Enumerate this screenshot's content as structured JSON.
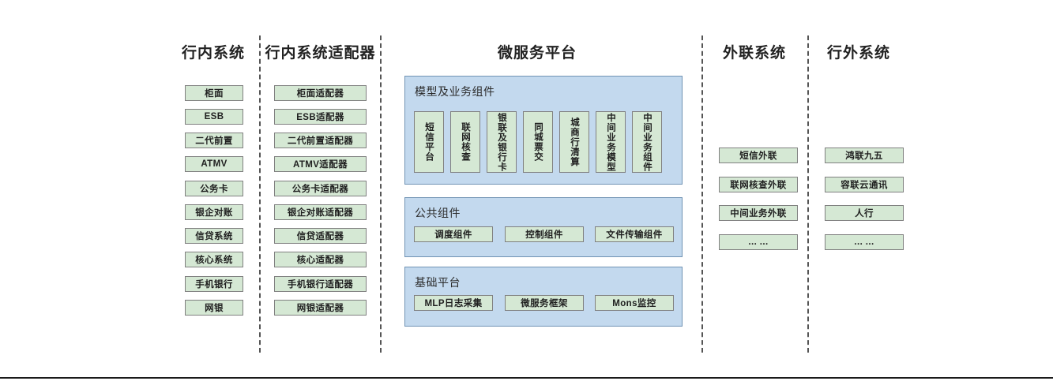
{
  "diagram": {
    "title_bar": null,
    "columns": [
      {
        "id": "in-bank-systems",
        "header": "行内系统",
        "items": [
          "柜面",
          "ESB",
          "二代前置",
          "ATMV",
          "公务卡",
          "银企对账",
          "信贷系统",
          "核心系统",
          "手机银行",
          "网银"
        ]
      },
      {
        "id": "in-bank-adapters",
        "header": "行内系统适配器",
        "items": [
          "柜面适配器",
          "ESB适配器",
          "二代前置适配器",
          "ATMV适配器",
          "公务卡适配器",
          "银企对账适配器",
          "信贷适配器",
          "核心适配器",
          "手机银行适配器",
          "网银适配器"
        ]
      },
      {
        "id": "microservice-platform",
        "header": "微服务平台",
        "panels": [
          {
            "id": "model-business-components",
            "title": "模型及业务组件",
            "orientation": "vertical",
            "items": [
              "短信平台",
              "联网核查",
              "银联及银行卡",
              "同城票交",
              "城商行清算",
              "中间业务模型",
              "中间业务组件"
            ]
          },
          {
            "id": "public-components",
            "title": "公共组件",
            "orientation": "horizontal",
            "items": [
              "调度组件",
              "控制组件",
              "文件传输组件"
            ]
          },
          {
            "id": "base-platform",
            "title": "基础平台",
            "orientation": "horizontal",
            "items": [
              "MLP日志采集",
              "微服务框架",
              "Mons监控"
            ]
          }
        ]
      },
      {
        "id": "external-link-systems",
        "header": "外联系统",
        "items": [
          "短信外联",
          "联网核查外联",
          "中间业务外联",
          "... ..."
        ]
      },
      {
        "id": "outside-bank-systems",
        "header": "行外系统",
        "items": [
          "鸿联九五",
          "容联云通讯",
          "人行",
          "... ..."
        ]
      }
    ],
    "colors": {
      "box_fill": "#d5e8d4",
      "box_border": "#808080",
      "panel_fill": "#c3d9ee",
      "panel_border": "#7193b4",
      "divider": "#555555",
      "text": "#1f1f1f"
    }
  }
}
